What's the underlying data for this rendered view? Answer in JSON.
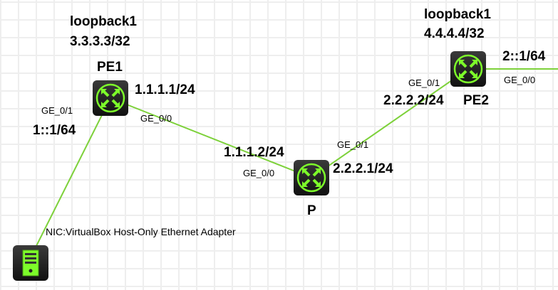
{
  "colors": {
    "link": "#7dd13a",
    "icon": "#7dfc2a"
  },
  "devices": {
    "pe1": {
      "name": "PE1",
      "loopback": "loopback1",
      "loopback_ip": "3.3.3.3/32",
      "ge00_label": "GE_0/0",
      "ge00_ip": "1.1.1.1/24",
      "ge01_label": "GE_0/1",
      "ge01_ip": "1::1/64"
    },
    "p": {
      "name": "P",
      "ge00_label": "GE_0/0",
      "ge00_ip": "1.1.1.2/24",
      "ge01_label": "GE_0/1",
      "ge01_ip": "2.2.2.1/24"
    },
    "pe2": {
      "name": "PE2",
      "loopback": "loopback1",
      "loopback_ip": "4.4.4.4/32",
      "ge01_label": "GE_0/1",
      "ge01_ip": "2.2.2.2/24",
      "ge00_label": "GE_0/0",
      "ge00_ip": "2::1/64"
    },
    "host": {
      "nic": "NIC:VirtualBox Host-Only Ethernet Adapter"
    }
  }
}
